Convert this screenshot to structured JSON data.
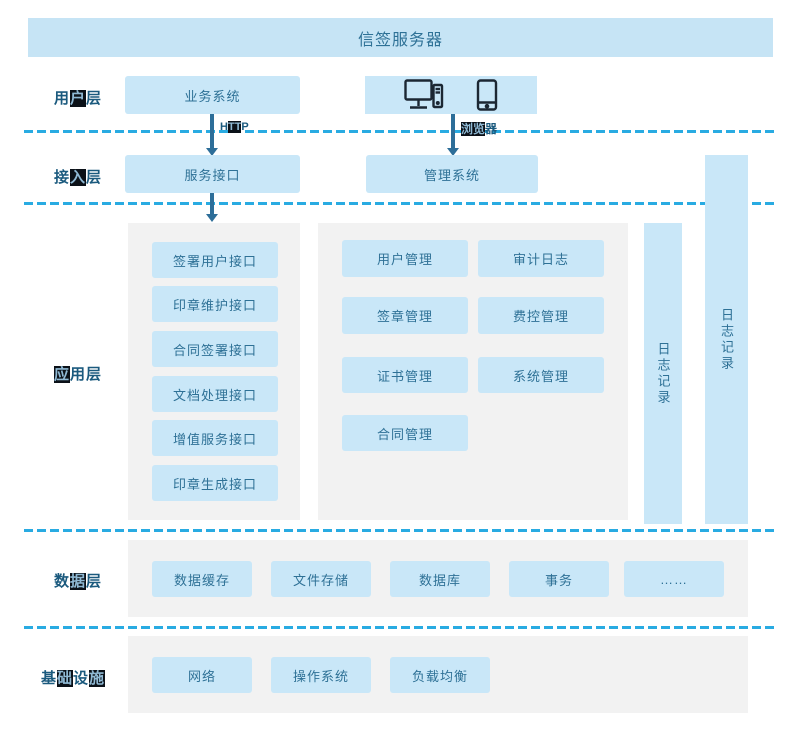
{
  "title": "信签服务器",
  "colors": {
    "node_fill": "#c9e7f8",
    "header_fill": "#c6e4f5",
    "panel_fill": "#f2f2f2",
    "node_text": "#2e7196",
    "arrow": "#2d6e99",
    "dashed_separator": "#29abe2",
    "layer_label_text": "#1b5a7e"
  },
  "user_layer": {
    "label": {
      "text": "用户层",
      "hl": [
        1
      ]
    },
    "business_system": "业务系统",
    "device_icons": [
      "desktop-computer-icon",
      "smartphone-icon"
    ]
  },
  "connectors": {
    "http_label": {
      "text": "HTTP",
      "hl": [
        1,
        2
      ]
    },
    "browser_label": {
      "text": "浏览器",
      "hl": [
        0,
        1
      ]
    }
  },
  "access_layer": {
    "label": {
      "text": "接入层",
      "hl": [
        1
      ]
    },
    "service_interface": "服务接口",
    "management_system": "管理系统"
  },
  "app_layer": {
    "label": {
      "text": "应用层",
      "hl": [
        0
      ]
    },
    "interfaces": [
      "签署用户接口",
      "印章维护接口",
      "合同签署接口",
      "文档处理接口",
      "增值服务接口",
      "印章生成接口"
    ],
    "modules": [
      "用户管理",
      "审计日志",
      "签章管理",
      "费控管理",
      "证书管理",
      "系统管理",
      "合同管理"
    ],
    "log_bar_inner": "日志记录",
    "log_bar_outer": "日志记录"
  },
  "data_layer": {
    "label": {
      "text": "数据层",
      "hl": [
        1
      ]
    },
    "items": [
      "数据缓存",
      "文件存储",
      "数据库",
      "事务",
      "……"
    ]
  },
  "infra_layer": {
    "label": {
      "text": "基础设施",
      "hl": [
        1,
        3
      ]
    },
    "items": [
      "网络",
      "操作系统",
      "负载均衡"
    ]
  }
}
